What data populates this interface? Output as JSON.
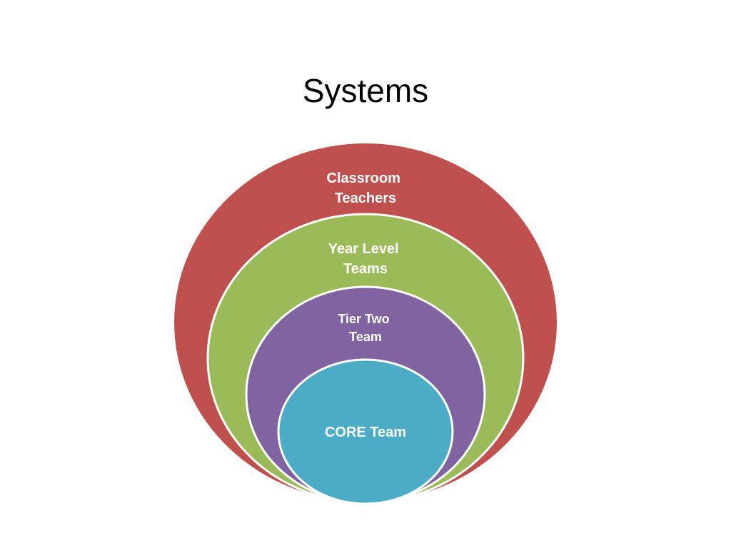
{
  "slide": {
    "title": "Systems"
  },
  "diagram": {
    "layers": [
      {
        "id": "outer",
        "lines": [
          "Classroom",
          "Teachers"
        ],
        "color": "#C0504D"
      },
      {
        "id": "second",
        "lines": [
          "Year Level",
          "Teams"
        ],
        "color": "#9BBB59"
      },
      {
        "id": "third",
        "lines": [
          "Tier Two",
          "Team"
        ],
        "color": "#8064A2"
      },
      {
        "id": "inner",
        "lines": [
          "CORE Team"
        ],
        "color": "#4BACC6"
      }
    ]
  }
}
